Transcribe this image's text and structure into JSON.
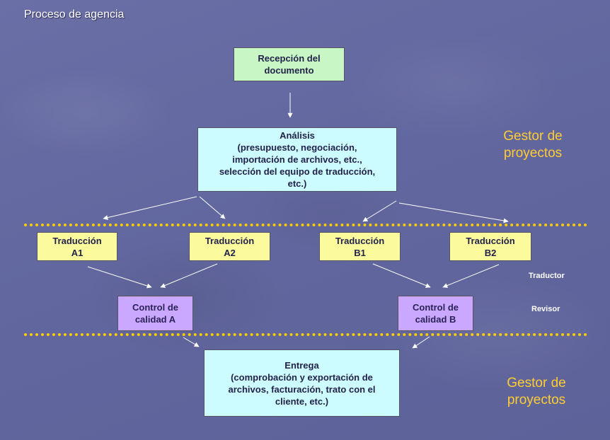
{
  "title": "Proceso de agencia",
  "boxes": {
    "recepcion": [
      "Recepción del",
      "documento"
    ],
    "analisis": [
      "Análisis",
      "(presupuesto, negociación,",
      "importación de archivos, etc.,",
      "selección del equipo de traducción,",
      "etc.)"
    ],
    "trad_a1": [
      "Traducción",
      "A1"
    ],
    "trad_a2": [
      "Traducción",
      "A2"
    ],
    "trad_b1": [
      "Traducción",
      "B1"
    ],
    "trad_b2": [
      "Traducción",
      "B2"
    ],
    "control_a": [
      "Control de",
      "calidad A"
    ],
    "control_b": [
      "Control de",
      "calidad B"
    ],
    "entrega": [
      "Entrega",
      "(comprobación y exportación de",
      "archivos, facturación, trato con el",
      "cliente, etc.)"
    ]
  },
  "roles": {
    "gestor_top": [
      "Gestor de",
      "proyectos"
    ],
    "gestor_bottom": [
      "Gestor de",
      "proyectos"
    ],
    "traductor": "Traductor",
    "revisor": "Revisor"
  },
  "colors": {
    "background": "#6368a1",
    "dots": "#ffcc00",
    "role_text": "#ffcc33",
    "recepcion": "#c8f7c5",
    "analisis": "#ccfcff",
    "traduccion": "#fbfb9e",
    "control": "#cba8ff",
    "entrega": "#ccfcff"
  }
}
